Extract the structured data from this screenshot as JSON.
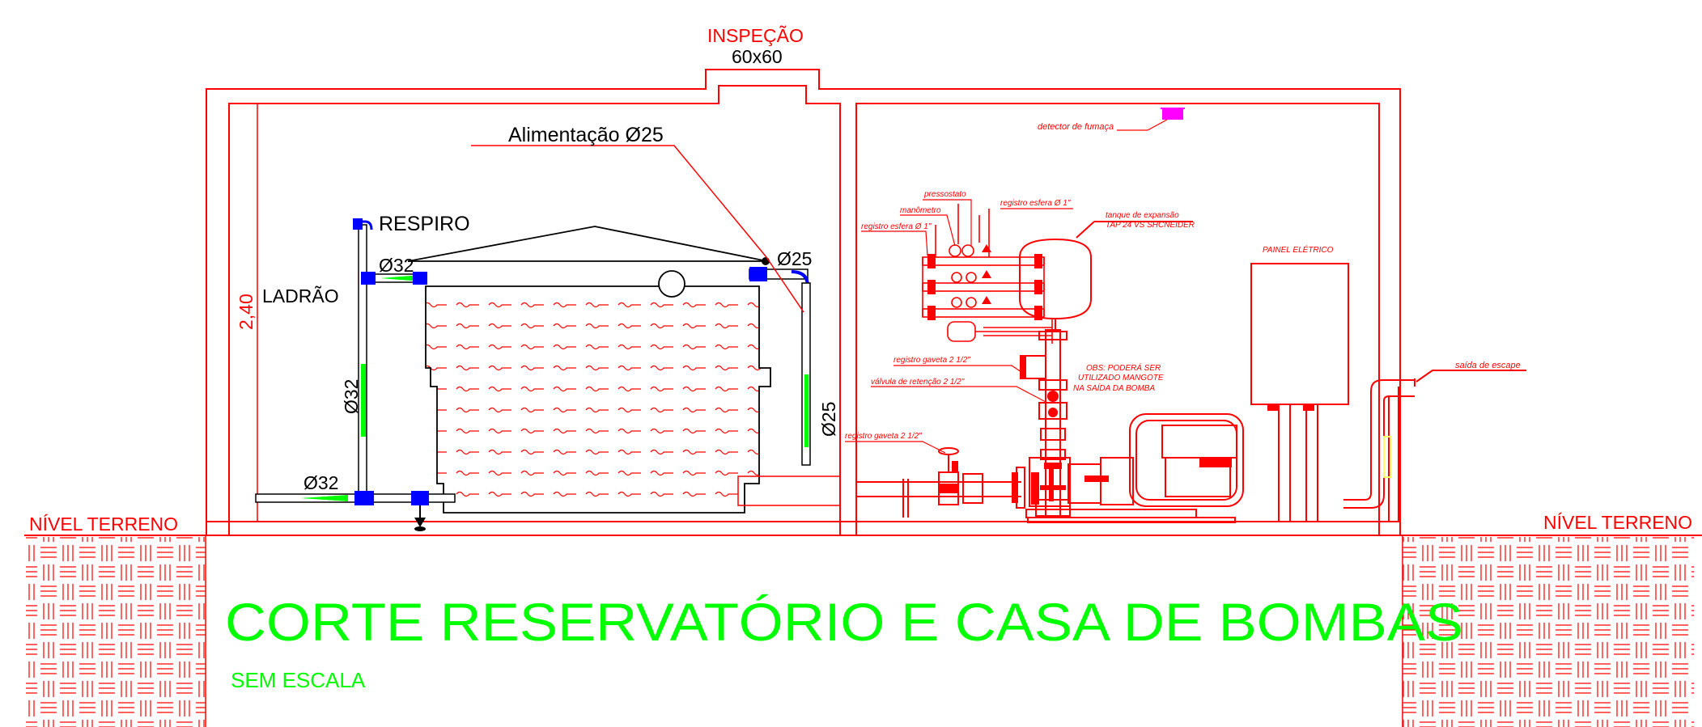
{
  "colors": {
    "structure": "#ff0000",
    "pipe": "#000000",
    "fill": "#00ff00",
    "fitting": "#0000ff",
    "detector": "#ff00ff",
    "label_black": "#000000",
    "label_red": "#ff0000",
    "title": "#00ff00"
  },
  "title": {
    "main": "CORTE RESERVATÓRIO E CASA DE BOMBAS",
    "subtitle": "SEM ESCALA"
  },
  "ground": {
    "left_label": "NÍVEL TERRENO",
    "right_label": "NÍVEL TERRENO"
  },
  "inspection": {
    "label": "INSPEÇÃO",
    "size": "60x60"
  },
  "reservoir": {
    "height_dim": "2,40",
    "feed_label": "Alimentação Ø25",
    "vent_label": "RESPIRO",
    "overflow_label": "LADRÃO",
    "pipe_top_left": "Ø32",
    "pipe_vertical_left": "Ø32",
    "pipe_bottom": "Ø32",
    "pipe_top_right": "Ø25",
    "pipe_vertical_right": "Ø25"
  },
  "pump_room": {
    "smoke_detector": "detector de fumaça",
    "pressostat": "pressostato",
    "manometer": "manômetro",
    "ball_valve_right": "registro esfera Ø 1\"",
    "ball_valve_left": "registro esfera Ø 1\"",
    "expansion_tank_1": "tanque de expansão",
    "expansion_tank_2": "TAP 24 VS SHCNEIDER",
    "electric_panel": "PAINEL ELÉTRICO",
    "gate_valve_upper": "registro gaveta 2 1/2\"",
    "check_valve": "válvula de retenção 2 1/2\"",
    "gate_valve_lower": "registro gaveta 2 1/2\"",
    "obs_1": "OBS: PODERÁ SER",
    "obs_2": "UTILIZADO MANGOTE",
    "obs_3": "NA SAÍDA DA BOMBA",
    "exhaust_outlet": "saída de escape"
  }
}
